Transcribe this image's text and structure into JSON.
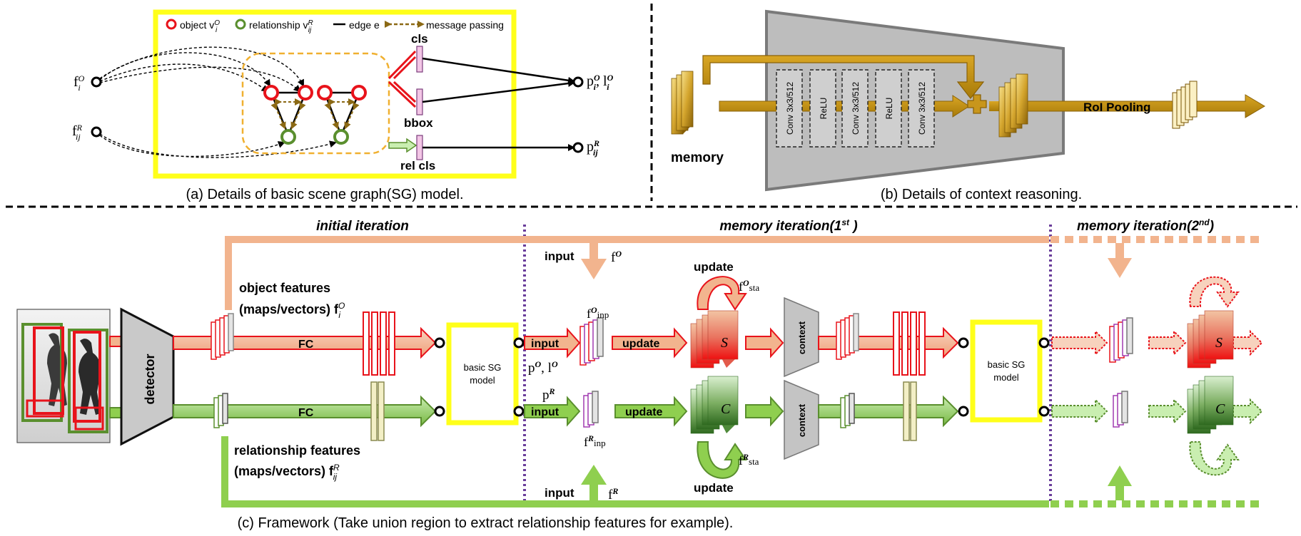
{
  "panel_a": {
    "legend": {
      "object": "object v",
      "object_sup": "O",
      "object_sub": "i",
      "relationship": "relationship v",
      "relationship_sup": "R",
      "relationship_sub": "ij",
      "edge": "edge e",
      "message_passing": "message passing"
    },
    "f_obj": "f",
    "f_obj_sup": "O",
    "f_obj_sub": "i",
    "f_rel": "f",
    "f_rel_sup": "R",
    "f_rel_sub": "ij",
    "cls": "cls",
    "bbox": "bbox",
    "rel_cls": "rel cls",
    "p_obj": "p",
    "p_obj_sup": "O",
    "p_obj_sub": "i",
    "p_obj_sep": ", l",
    "l_obj_sup": "O",
    "l_obj_sub": "i",
    "p_rel": "p",
    "p_rel_sup": "R",
    "p_rel_sub": "ij",
    "caption": "(a) Details of basic scene graph(SG) model."
  },
  "panel_b": {
    "layers": [
      "Conv 3x3/512",
      "ReLU",
      "Conv 3x3/512",
      "ReLU",
      "Conv 3x3/512"
    ],
    "memory": "memory",
    "roi_pooling": "RoI Pooling",
    "caption": "(b) Details of context reasoning."
  },
  "panel_c": {
    "stages": [
      "initial iteration",
      "memory iteration(1",
      "memory iteration(2"
    ],
    "stage2_sup": "st",
    "stage2_end": " )",
    "stage3_sup": "nd",
    "stage3_end": ")",
    "detector": "detector",
    "object_features": "object features",
    "object_features_2": "(maps/vectors) f",
    "obj_feat_sup": "O",
    "obj_feat_sub": "i",
    "relationship_features": "relationship features",
    "relationship_features_2": "(maps/vectors) f",
    "rel_feat_sup": "R",
    "rel_feat_sub": "ij",
    "fc": "FC",
    "basic_sg_model_1": "basic SG",
    "basic_sg_model_2": "model",
    "input": "input",
    "f_o": "f",
    "f_o_sup": "O",
    "f_r": "f",
    "f_r_sup": "R",
    "f_o_inp": "inp",
    "f_r_inp": "inp",
    "p_o_l_o": "p",
    "p_o_sup": "O",
    "l_o": ",  l",
    "l_o_sup": "O",
    "p_r": "p",
    "p_r_sup": "R",
    "update": "update",
    "f_o_sta": "sta",
    "f_r_sta": "sta",
    "s_symbol": "S",
    "c_symbol": "C",
    "context": "context",
    "caption": "(c) Framework (Take union region to extract relationship features for example)."
  },
  "colors": {
    "object_red": "#e8131b",
    "relation_green": "#5a8f2e",
    "gold": "#b8860b",
    "salmon": "#f2b48e",
    "light_green": "#8fcf4f",
    "highlight_yellow": "#ffff1a",
    "purple_divider": "#6a3d9a"
  }
}
